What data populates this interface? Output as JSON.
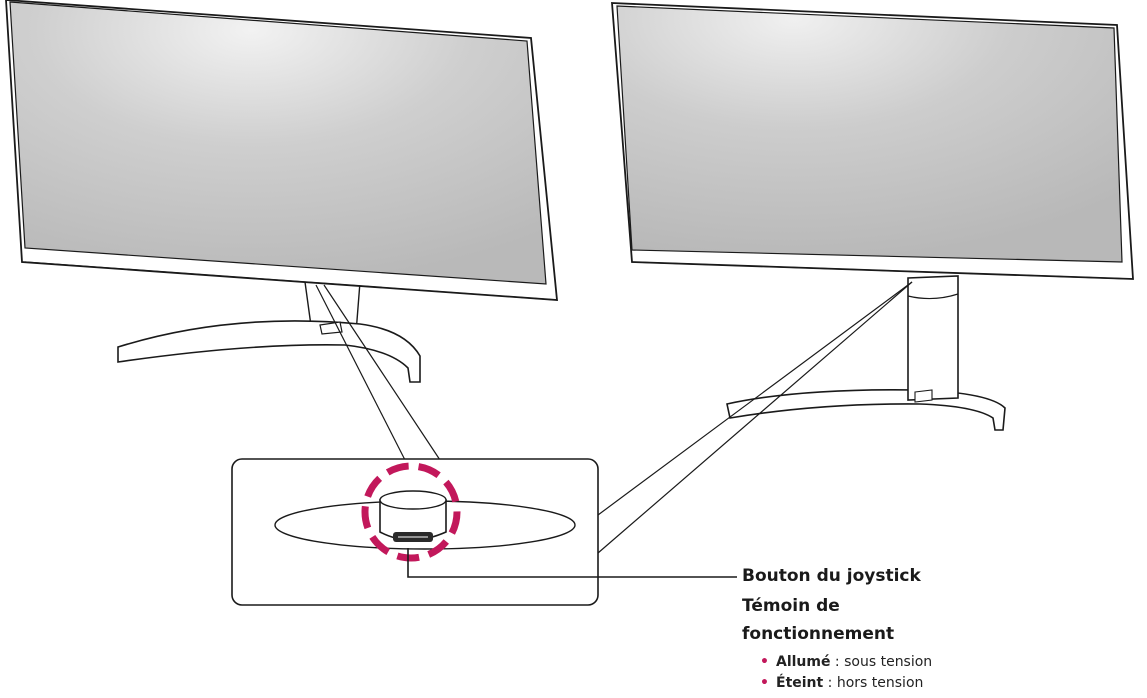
{
  "labels": {
    "joystick": "Bouton du joystick",
    "indicator_line1": "Témoin de",
    "indicator_line2": "fonctionnement"
  },
  "states": [
    {
      "term": "Allumé",
      "sep": " : ",
      "desc": "sous tension"
    },
    {
      "term": "Éteint",
      "sep": " : ",
      "desc": "hors tension"
    }
  ],
  "colors": {
    "highlight": "#c2185b",
    "screen": "#c4c4c4",
    "line": "#1a1a1a"
  },
  "icons": {
    "bullet": "•"
  }
}
